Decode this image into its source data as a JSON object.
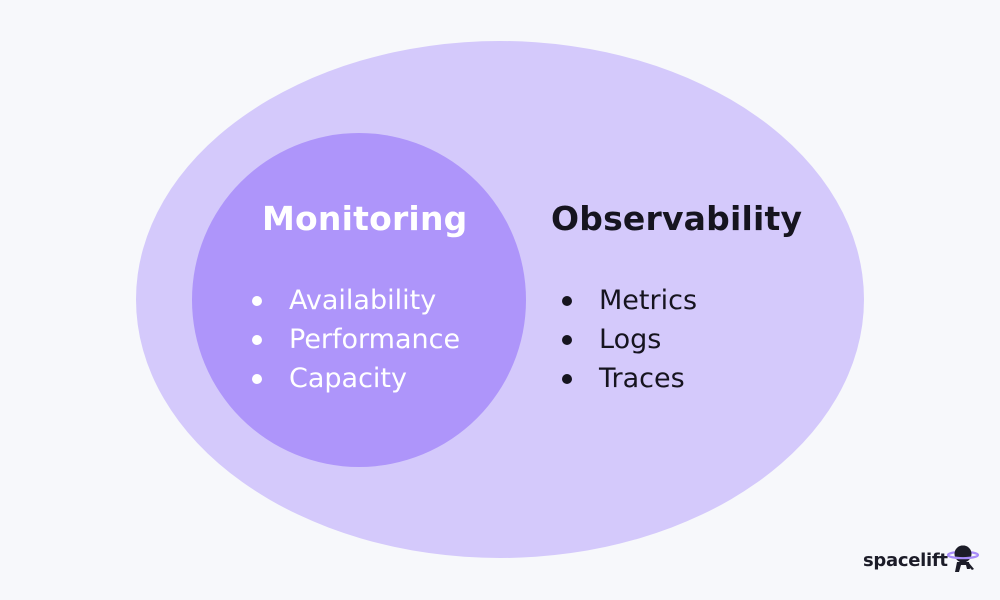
{
  "colors": {
    "background": "#f7f8fb",
    "outer_fill": "#d4c9fb",
    "inner_fill": "#ae95fa",
    "inner_text": "#ffffff",
    "outer_text": "#16141f",
    "brand_accent": "#a78bfa"
  },
  "monitoring": {
    "title": "Monitoring",
    "items": [
      "Availability",
      "Performance",
      "Capacity"
    ]
  },
  "observability": {
    "title": "Observability",
    "items": [
      "Metrics",
      "Logs",
      "Traces"
    ]
  },
  "brand": {
    "name": "spacelift",
    "icon": "astronaut-planet-logo"
  }
}
